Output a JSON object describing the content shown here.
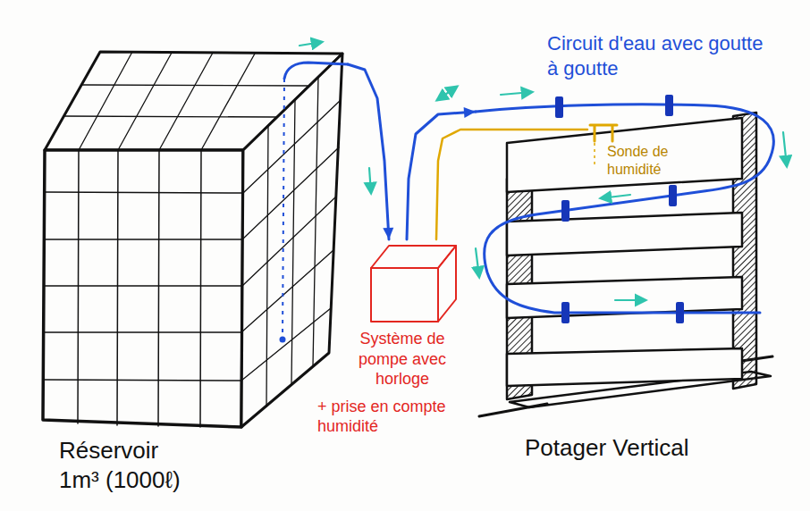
{
  "diagram": {
    "nodes": [
      {
        "text": [
          "Réservoir 1m³ (1000ℓ)"
        ]
      },
      {
        "text": [
          "Système de pompe avec horloge",
          "+ prise en compte humidité"
        ]
      },
      {
        "text": [
          "Potager Vertical"
        ]
      },
      {
        "text": [
          "Sonde de humidité"
        ],
        "in": 2
      }
    ],
    "edges": [
      {
        "from": 0,
        "to": 1,
        "arrow": "to"
      },
      {
        "from": 1,
        "to": 2,
        "arrow": "to"
      },
      {
        "from": 3,
        "to": 1,
        "arrow": "none"
      }
    ],
    "labels": [
      "Circuit d'eau avec goutte à goutte"
    ]
  }
}
